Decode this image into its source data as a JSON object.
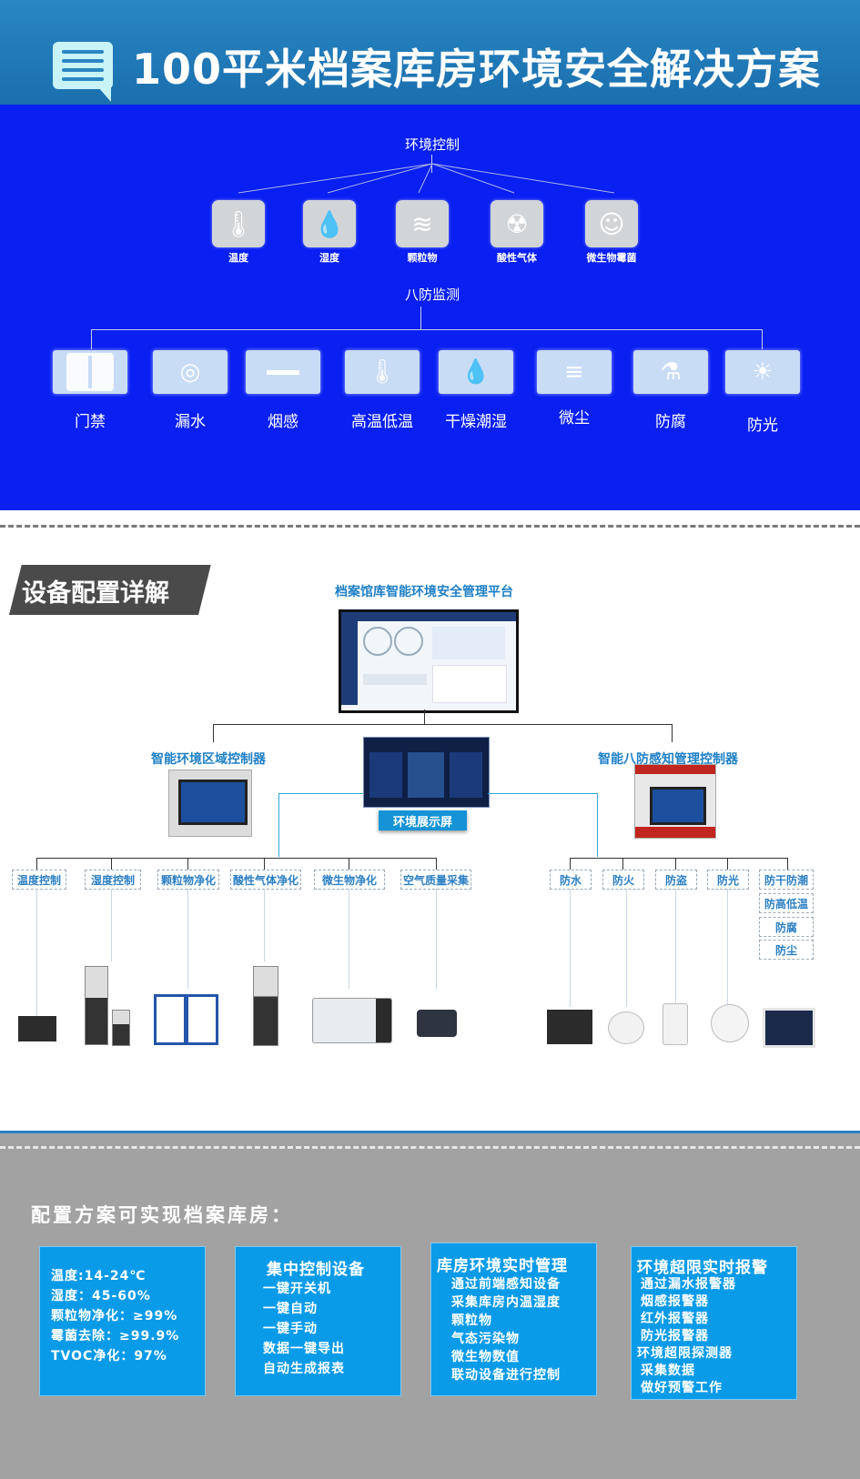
{
  "header": {
    "title": "100平米档案库房环境安全解决方案"
  },
  "env_control": {
    "label": "环境控制",
    "items": [
      {
        "label": "温度",
        "icon": "thermometer-icon"
      },
      {
        "label": "湿度",
        "icon": "droplet-icon"
      },
      {
        "label": "颗粒物",
        "icon": "waves-icon"
      },
      {
        "label": "酸性气体",
        "icon": "radiation-icon"
      },
      {
        "label": "微生物霉菌",
        "icon": "mask-face-icon"
      }
    ]
  },
  "eight_protect": {
    "label": "八防监测",
    "items": [
      {
        "label": "门禁",
        "icon": "door-icon"
      },
      {
        "label": "漏水",
        "icon": "water-leak-icon"
      },
      {
        "label": "烟感",
        "icon": "smoke-detector-icon"
      },
      {
        "label": "高温低温",
        "icon": "thermometer-icon"
      },
      {
        "label": "干燥潮湿",
        "icon": "droplet-icon"
      },
      {
        "label": "微尘",
        "icon": "wind-icon"
      },
      {
        "label": "防腐",
        "icon": "flask-icon"
      },
      {
        "label": "防光",
        "icon": "sun-icon"
      }
    ]
  },
  "device": {
    "section_title": "设备配置详解",
    "platform": "档案馆库智能环境安全管理平台",
    "zone_controller": "智能环境区域控制器",
    "perception_controller": "智能八防感知管理控制器",
    "display_screen": "环境展示屏",
    "env_tags": [
      "温度控制",
      "湿度控制",
      "颗粒物净化",
      "酸性气体净化",
      "微生物净化",
      "空气质量采集"
    ],
    "protect_tags": [
      "防水",
      "防火",
      "防盗",
      "防光",
      "防干防潮",
      "防高低温",
      "防腐",
      "防尘"
    ]
  },
  "summary": {
    "heading": "配置方案可实现档案库房：",
    "cards": [
      {
        "title": "",
        "lines": [
          "温度:14-24℃",
          "湿度：45-60%",
          "颗粒物净化：≥99%",
          "霉菌去除：≥99.9%",
          "TVOC净化：97%"
        ]
      },
      {
        "title": "集中控制设备",
        "lines": [
          "一键开关机",
          "一键自动",
          "一键手动",
          "数据一键导出",
          "自动生成报表"
        ]
      },
      {
        "title": "库房环境实时管理",
        "lines": [
          "通过前端感知设备",
          "采集库房内温湿度",
          "颗粒物",
          "气态污染物",
          "微生物数值",
          "联动设备进行控制"
        ]
      },
      {
        "title": "环境超限实时报警",
        "lines": [
          "通过漏水报警器",
          "烟感报警器",
          "红外报警器",
          "防光报警器",
          "环境超限探测器",
          "采集数据",
          "做好预警工作"
        ]
      }
    ]
  },
  "colors": {
    "header": "#1a7bb9",
    "blue_panel": "#0a1ff2",
    "card": "#0a9be8",
    "gray_panel": "#a2a2a2",
    "accent_text": "#1f80c7"
  }
}
